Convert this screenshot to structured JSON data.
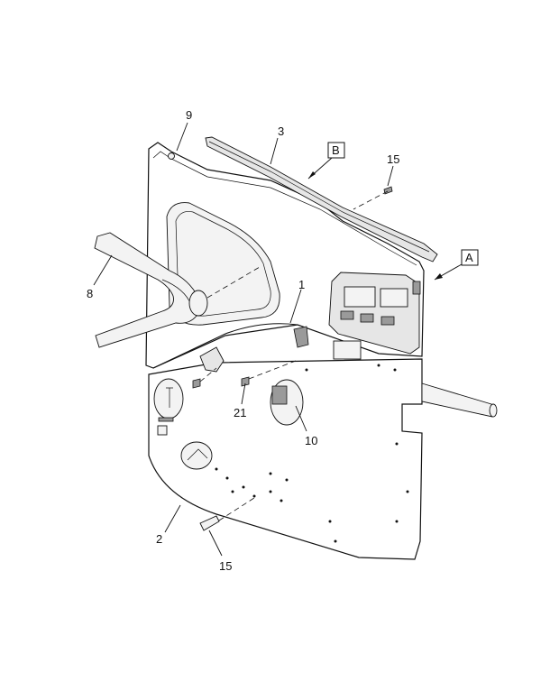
{
  "callouts": {
    "c9": "9",
    "c3": "3",
    "cB": "B",
    "c15a": "15",
    "cA": "A",
    "c8": "8",
    "c1": "1",
    "c21": "21",
    "c10": "10",
    "c2": "2",
    "c15b": "15"
  }
}
